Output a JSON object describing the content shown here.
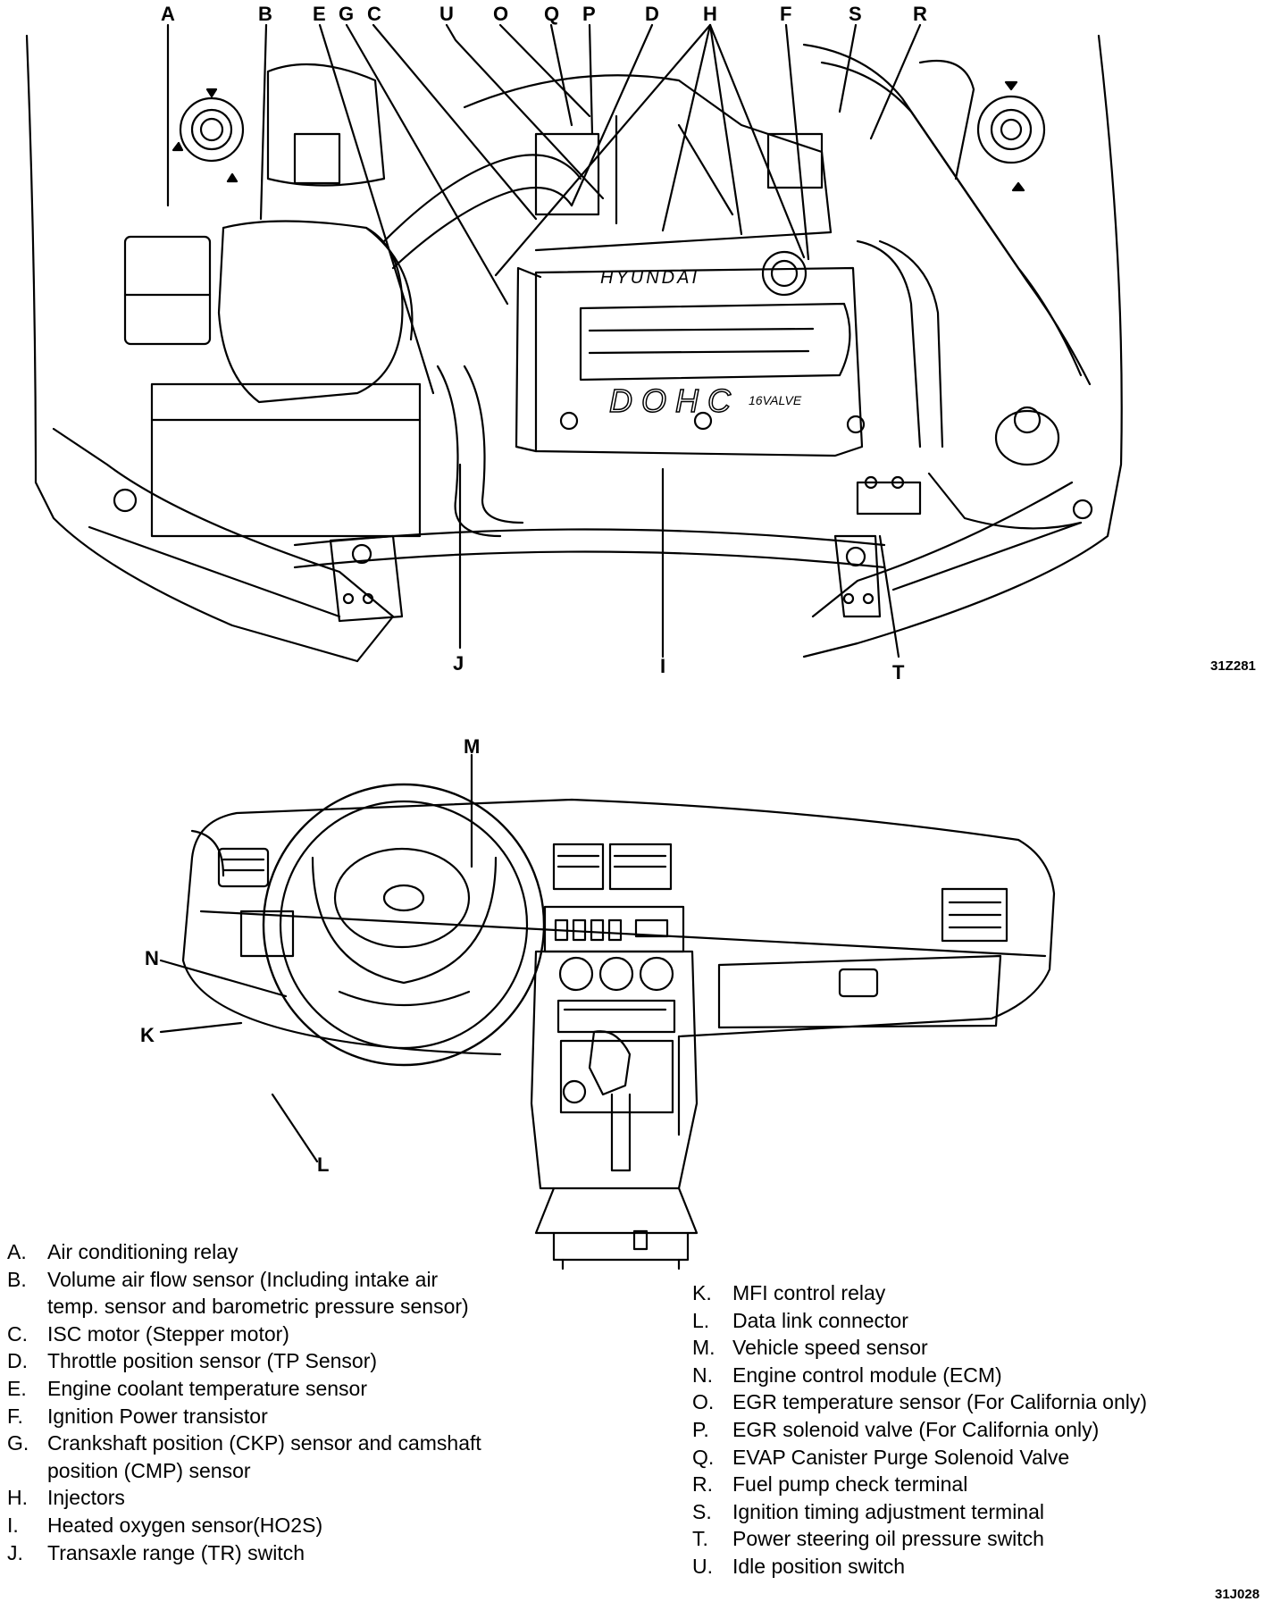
{
  "figures": {
    "engine": {
      "code": "31Z281",
      "callouts": [
        {
          "key": "A",
          "text": "A"
        },
        {
          "key": "B",
          "text": "B"
        },
        {
          "key": "E",
          "text": "E"
        },
        {
          "key": "G",
          "text": "G"
        },
        {
          "key": "C",
          "text": "C"
        },
        {
          "key": "U",
          "text": "U"
        },
        {
          "key": "O",
          "text": "O"
        },
        {
          "key": "Q",
          "text": "Q"
        },
        {
          "key": "P",
          "text": "P"
        },
        {
          "key": "D",
          "text": "D"
        },
        {
          "key": "H",
          "text": "H"
        },
        {
          "key": "F",
          "text": "F"
        },
        {
          "key": "S",
          "text": "S"
        },
        {
          "key": "R",
          "text": "R"
        },
        {
          "key": "J",
          "text": "J"
        },
        {
          "key": "I",
          "text": "I"
        },
        {
          "key": "T",
          "text": "T"
        }
      ],
      "engine_brand": "HYUNDAI",
      "engine_cover_text": "DOHC",
      "engine_cover_sub": "16VALVE"
    },
    "dashboard": {
      "code": "31J028",
      "callouts": [
        {
          "key": "M",
          "text": "M"
        },
        {
          "key": "N",
          "text": "N"
        },
        {
          "key": "K",
          "text": "K"
        },
        {
          "key": "L",
          "text": "L"
        }
      ]
    }
  },
  "legend_left": [
    {
      "key": "A.",
      "text": "Air conditioning relay"
    },
    {
      "key": "B.",
      "text": "Volume air flow sensor (Including intake air",
      "cont": "temp. sensor  and barometric pressure sensor)"
    },
    {
      "key": "C.",
      "text": "ISC motor (Stepper motor)"
    },
    {
      "key": "D.",
      "text": "Throttle position sensor (TP Sensor)"
    },
    {
      "key": "E.",
      "text": "Engine coolant  temperature sensor"
    },
    {
      "key": "F.",
      "text": "Ignition Power transistor"
    },
    {
      "key": "G.",
      "text": "Crankshaft position (CKP) sensor and camshaft",
      "cont": "position (CMP) sensor"
    },
    {
      "key": "H.",
      "text": "Injectors"
    },
    {
      "key": "I.",
      "text": "Heated oxygen sensor(HO2S)"
    },
    {
      "key": "J.",
      "text": "Transaxle range (TR) switch"
    }
  ],
  "legend_right": [
    {
      "key": "K.",
      "text": "MFI control relay"
    },
    {
      "key": "L.",
      "text": "Data link connector"
    },
    {
      "key": "M.",
      "text": "Vehicle speed sensor"
    },
    {
      "key": "N.",
      "text": "Engine control module (ECM)"
    },
    {
      "key": "O.",
      "text": "EGR temperature sensor (For California only)"
    },
    {
      "key": "P.",
      "text": "EGR solenoid valve (For California only)"
    },
    {
      "key": "Q.",
      "text": "EVAP Canister Purge Solenoid Valve"
    },
    {
      "key": "R.",
      "text": "Fuel pump check terminal"
    },
    {
      "key": "S.",
      "text": "Ignition timing adjustment terminal"
    },
    {
      "key": "T.",
      "text": "Power steering oil pressure switch"
    },
    {
      "key": "U.",
      "text": "Idle position switch"
    }
  ]
}
